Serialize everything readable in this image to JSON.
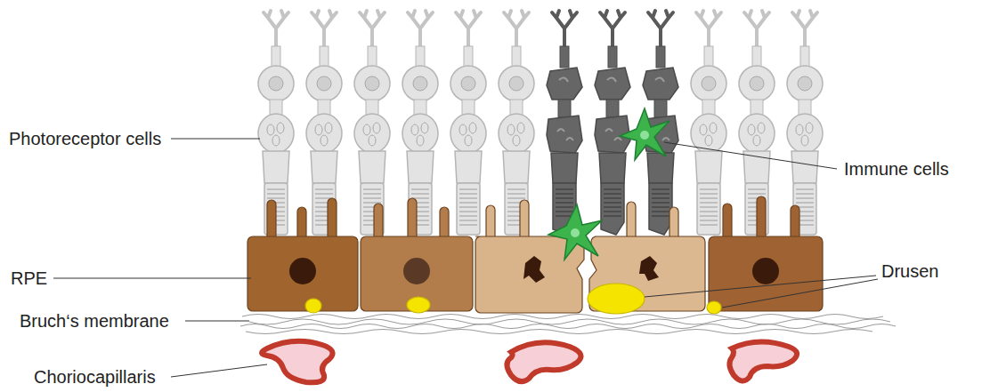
{
  "diagram": {
    "labels": [
      "Photoreceptor cells",
      "RPE",
      "Bruch‘s membrane",
      "Choriocapillaris",
      "Immune cells",
      "Drusen"
    ]
  }
}
